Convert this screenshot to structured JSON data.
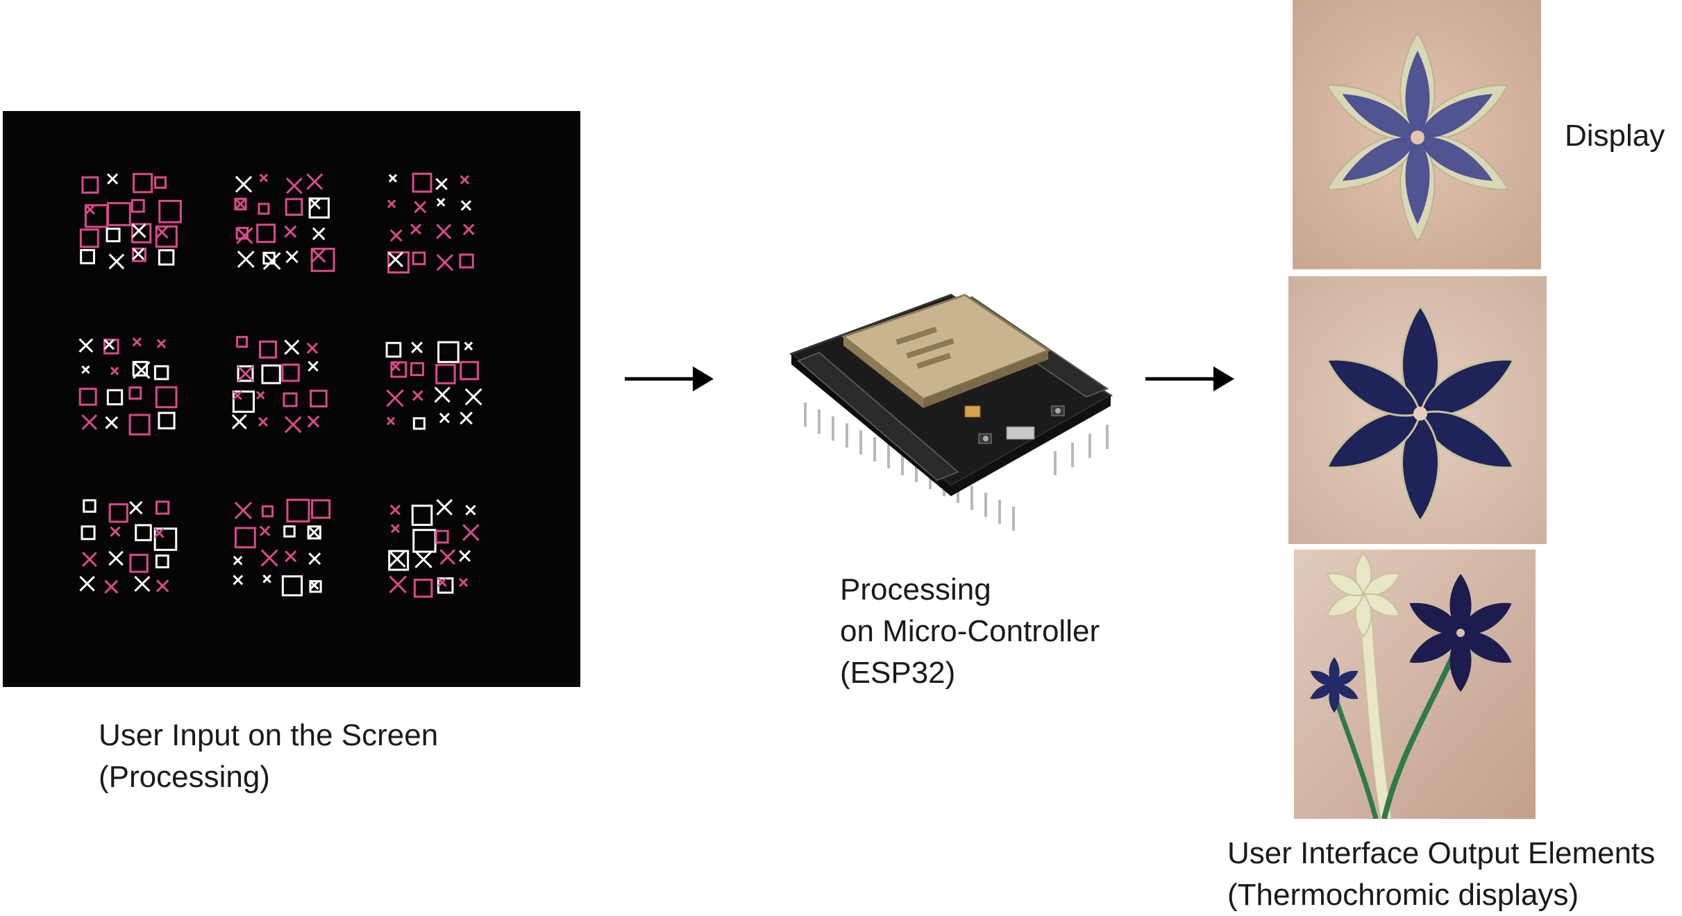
{
  "input_panel": {
    "caption": "User Input on the Screen\n(Processing)"
  },
  "controller": {
    "caption": "Processing\non Micro-Controller\n(ESP32)"
  },
  "output": {
    "top_label": "Display",
    "caption": "User Interface Output Elements\n(Thermochromic displays)"
  },
  "colors": {
    "pattern_pink": "#d94a8c",
    "pattern_white": "#ffffff",
    "screen_bg": "#050505",
    "skin": "#d9b9a5",
    "ink_blue": "#1f235a",
    "ink_cream": "#e7e6c6",
    "stem_green": "#2f7a4a"
  }
}
